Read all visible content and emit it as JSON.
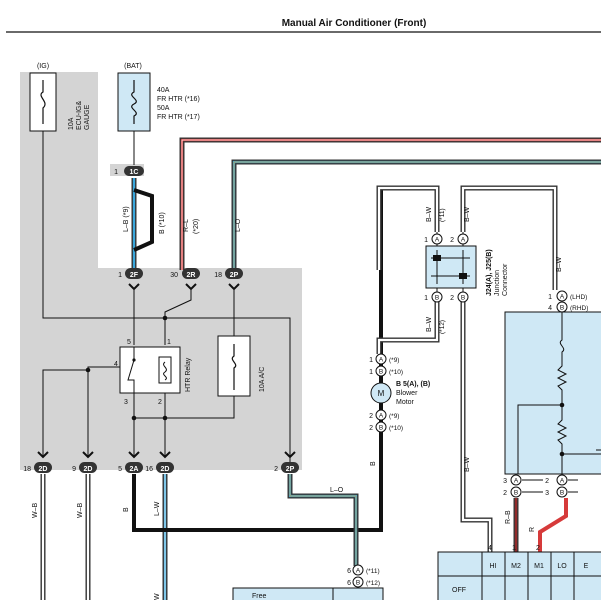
{
  "header": {
    "title": "Manual Air Conditioner (Front)"
  },
  "fuses": {
    "ig": {
      "tag": "(IG)",
      "label_a": "10A",
      "label_b": "ECU-IG&",
      "label_c": "GAUGE"
    },
    "bat": {
      "tag": "(BAT)",
      "line1": "40A",
      "line2": "FR HTR (*16)",
      "line3": "50A",
      "line4": "FR HTR (*17)"
    },
    "ac": {
      "label": "10A A/C"
    }
  },
  "relay": {
    "label": "HTR Relay",
    "pins": [
      "5",
      "1",
      "4",
      "3",
      "2"
    ]
  },
  "connectors": {
    "c1c": {
      "num": "1",
      "pin": "1C"
    },
    "c2f": {
      "num": "1",
      "pin": "2F"
    },
    "c2r": {
      "num": "30",
      "pin": "2R"
    },
    "c2p_top": {
      "num": "18",
      "pin": "2P"
    },
    "c2d_18": {
      "num": "18",
      "pin": "2D"
    },
    "c2d_9": {
      "num": "9",
      "pin": "2D"
    },
    "c2a_5": {
      "num": "5",
      "pin": "2A"
    },
    "c2d_16": {
      "num": "16",
      "pin": "2D"
    },
    "c2p_2": {
      "num": "2",
      "pin": "2P"
    }
  },
  "wires": {
    "lb": "L–B (*9)",
    "b10": "B (*10)",
    "rl": "R–L",
    "s20": "(*20)",
    "lo": "L–O",
    "wb1": "W–B",
    "wb2": "W–B",
    "b_left": "B",
    "lw": "L–W",
    "lo_low": "L–O",
    "bw_a": "B–W",
    "s11": "(*11)",
    "bw_b": "B–W",
    "bw_c": "B–W",
    "s12": "(*12)",
    "b_mid": "B",
    "bw_d": "B–W",
    "bw_e": "B–W",
    "rb": "R–B",
    "r": "R",
    "w_bottom": "W"
  },
  "junction": {
    "name": "J24(A), J25(B)",
    "sub1": "Junction",
    "sub2": "Connector",
    "pins": [
      {
        "n": "1",
        "p": "A"
      },
      {
        "n": "2",
        "p": "A"
      },
      {
        "n": "1",
        "p": "B"
      },
      {
        "n": "2",
        "p": "B"
      }
    ]
  },
  "blower": {
    "name": "B 5(A), (B)",
    "sub1": "Blower",
    "sub2": "Motor",
    "symbol": "M",
    "pins": [
      {
        "n": "1",
        "p": "A",
        "note": "(*9)"
      },
      {
        "n": "1",
        "p": "B",
        "note": "(*10)"
      },
      {
        "n": "2",
        "p": "A",
        "note": "(*9)"
      },
      {
        "n": "2",
        "p": "B",
        "note": "(*10)"
      }
    ]
  },
  "resistor_block": {
    "pin_top_a": {
      "n": "1",
      "p": "A",
      "note": "(LHD)"
    },
    "pin_top_b": {
      "n": "4",
      "p": "B",
      "note": "(RHD)"
    },
    "pins_bottom": [
      {
        "n": "3",
        "p": "A",
        "n2": "2",
        "p2": "A"
      },
      {
        "n": "2",
        "p": "B",
        "n2": "3",
        "p2": "B"
      }
    ]
  },
  "lower_connectors": [
    {
      "n": "6",
      "p": "A",
      "note": "(*11)"
    },
    {
      "n": "6",
      "p": "B",
      "note": "(*12)"
    }
  ],
  "switch_table": {
    "pin_nums": [
      "4",
      "1",
      "2"
    ],
    "headers": [
      "HI",
      "M2",
      "M1",
      "LO",
      "E"
    ],
    "row_off": "OFF",
    "free_label": "Free"
  },
  "colors": {
    "gray_panel": "#d4d4d4",
    "blue_fill": "#cfe8f5",
    "wire_black": "#111111",
    "wire_blue": "#3aa7dc",
    "wire_red": "#d63a3a",
    "wire_orange": "#e0a030",
    "connector": "#333333"
  }
}
